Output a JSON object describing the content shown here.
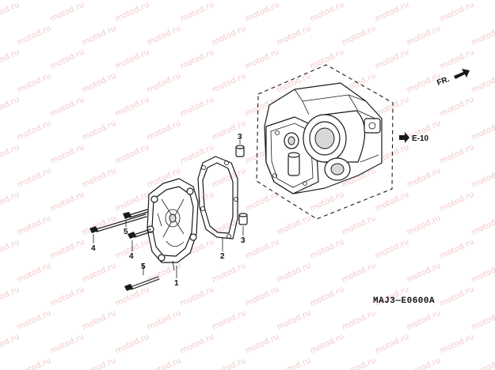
{
  "watermark": {
    "text": "motod.ru",
    "color": "#f1caca"
  },
  "direction_indicator": {
    "label": "FR."
  },
  "reference": {
    "label": "E-10"
  },
  "diagram_code": "MAJ3—E0600A",
  "callouts": {
    "cover": "1",
    "gasket": "2",
    "dowel_pin_upper": "3",
    "dowel_pin_lower": "3",
    "bolt_long": "4",
    "bolt_left": "4",
    "bolt_upper": "5",
    "bolt_lower": "5"
  }
}
